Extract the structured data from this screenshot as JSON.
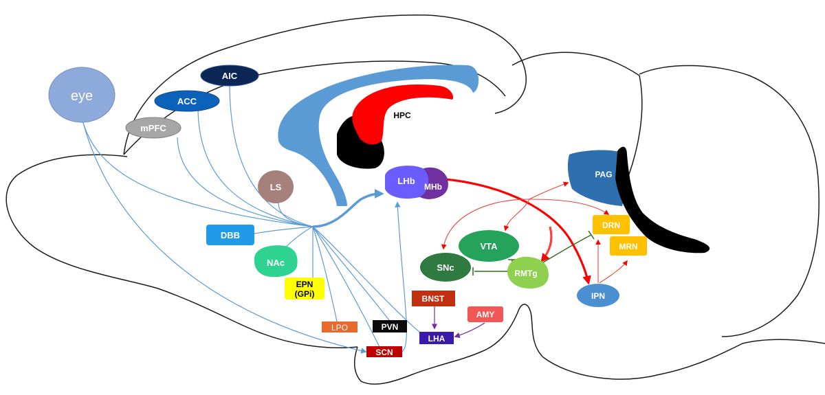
{
  "colors": {
    "outline": "#1a1a1a",
    "ventricle": "#5b9bd5",
    "hippocampus_red": "#ff0000",
    "hippocampus_black": "#000000",
    "blue_pathway": "#5b9bd5",
    "red_pathway": "#ff0000",
    "inhibition": "#2e6b1e",
    "purple_pathway": "#7030a0"
  },
  "regions": {
    "eye": {
      "label": "eye",
      "color": "#8eaadb"
    },
    "aic": {
      "label": "AIC",
      "color": "#0c2656"
    },
    "acc": {
      "label": "ACC",
      "color": "#0b62b8"
    },
    "mpfc": {
      "label": "mPFC",
      "color": "#a6a6a6"
    },
    "hpc": {
      "label": "HPC"
    },
    "ls": {
      "label": "LS",
      "color": "#a6807a"
    },
    "lhb": {
      "label": "LHb",
      "color": "#6b5cff"
    },
    "mhb": {
      "label": "MHb",
      "color": "#7030a0"
    },
    "dbb": {
      "label": "DBB",
      "color": "#1f9bea"
    },
    "nac": {
      "label": "NAc",
      "color": "#2fd391"
    },
    "epn": {
      "label_line1": "EPN",
      "label_line2": "(GPi)",
      "color": "#ffff00"
    },
    "lpo": {
      "label": "LPO",
      "color": "#e86a2e"
    },
    "pvn": {
      "label": "PVN",
      "color": "#0b0b0b"
    },
    "scn": {
      "label": "SCN",
      "color": "#c00000"
    },
    "bnst": {
      "label": "BNST",
      "color": "#c03010"
    },
    "amy": {
      "label": "AMY",
      "color": "#f25757"
    },
    "lha": {
      "label": "LHA",
      "color": "#3a1aa8"
    },
    "vta": {
      "label": "VTA",
      "color": "#25a35a"
    },
    "snc": {
      "label": "SNc",
      "color": "#2e7a40"
    },
    "rmtg": {
      "label": "RMTg",
      "color": "#8fd14f"
    },
    "ipn": {
      "label": "IPN",
      "color": "#4a8fd0"
    },
    "pag": {
      "label": "PAG",
      "color": "#2e6fb0"
    },
    "drn": {
      "label": "DRN",
      "color": "#ffc000"
    },
    "mrn": {
      "label": "MRN",
      "color": "#ffc000"
    }
  }
}
